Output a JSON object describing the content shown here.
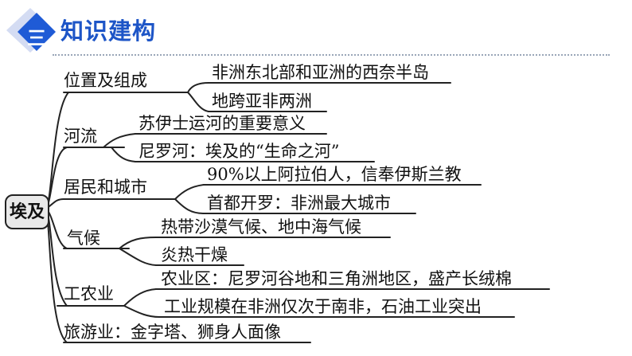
{
  "header": {
    "badge_number": "三",
    "title": "知识建构",
    "accent_color": "#1d55c7",
    "badge_color": "#1f5bd6"
  },
  "mindmap": {
    "root": "埃及",
    "branches": [
      {
        "label": "位置及组成",
        "children": [
          "非洲东北部和亚洲的西奈半岛",
          "地跨亚非两洲"
        ]
      },
      {
        "label": "河流",
        "children": [
          "苏伊士运河的重要意义",
          "尼罗河：埃及的“生命之河”"
        ]
      },
      {
        "label": "居民和城市",
        "children": [
          "90%以上阿拉伯人，信奉伊斯兰教",
          "首都开罗：非洲最大城市"
        ]
      },
      {
        "label": "气候",
        "children": [
          "热带沙漠气候、地中海气候",
          "炎热干燥"
        ]
      },
      {
        "label": "工农业",
        "children": [
          "农业区：尼罗河谷地和三角洲地区，盛产长绒棉",
          "工业规模在非洲仅次于南非，石油工业突出"
        ]
      },
      {
        "label": "旅游业：金字塔、狮身人面像",
        "children": []
      }
    ]
  }
}
